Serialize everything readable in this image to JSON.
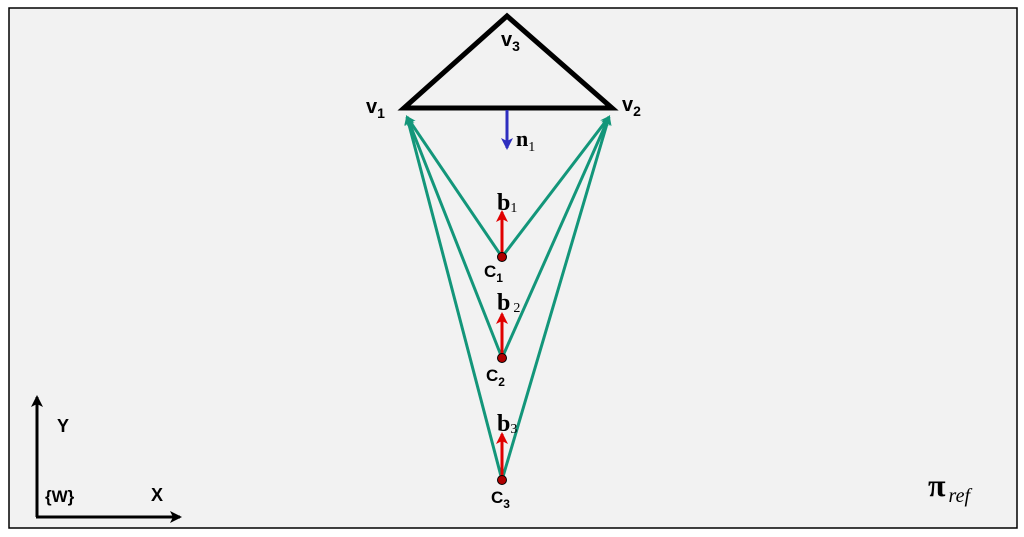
{
  "colors": {
    "background": "#f2f2f2",
    "frame": "#000000",
    "triangle": "#000000",
    "rays": "#13967a",
    "baseline": "#e00000",
    "normal": "#2e2ebf",
    "camera_center": "#b00000",
    "axes": "#000000"
  },
  "vertices": {
    "v1": {
      "letter": "v",
      "sub": "1"
    },
    "v2": {
      "letter": "v",
      "sub": "2"
    },
    "v3": {
      "letter": "v",
      "sub": "3"
    }
  },
  "normal": {
    "letter": "n",
    "sub": "1"
  },
  "cameras": [
    {
      "letter": "C",
      "sub": "1",
      "b_letter": "b",
      "b_sub": "1"
    },
    {
      "letter": "C",
      "sub": "2",
      "b_letter": "b",
      "b_sub": "2"
    },
    {
      "letter": "C",
      "sub": "3",
      "b_letter": "b",
      "b_sub": "3"
    }
  ],
  "axes": {
    "y_label": "Y",
    "x_label": "X",
    "frame_label": "{W}"
  },
  "plane": {
    "symbol": "π",
    "sub": "ref"
  }
}
